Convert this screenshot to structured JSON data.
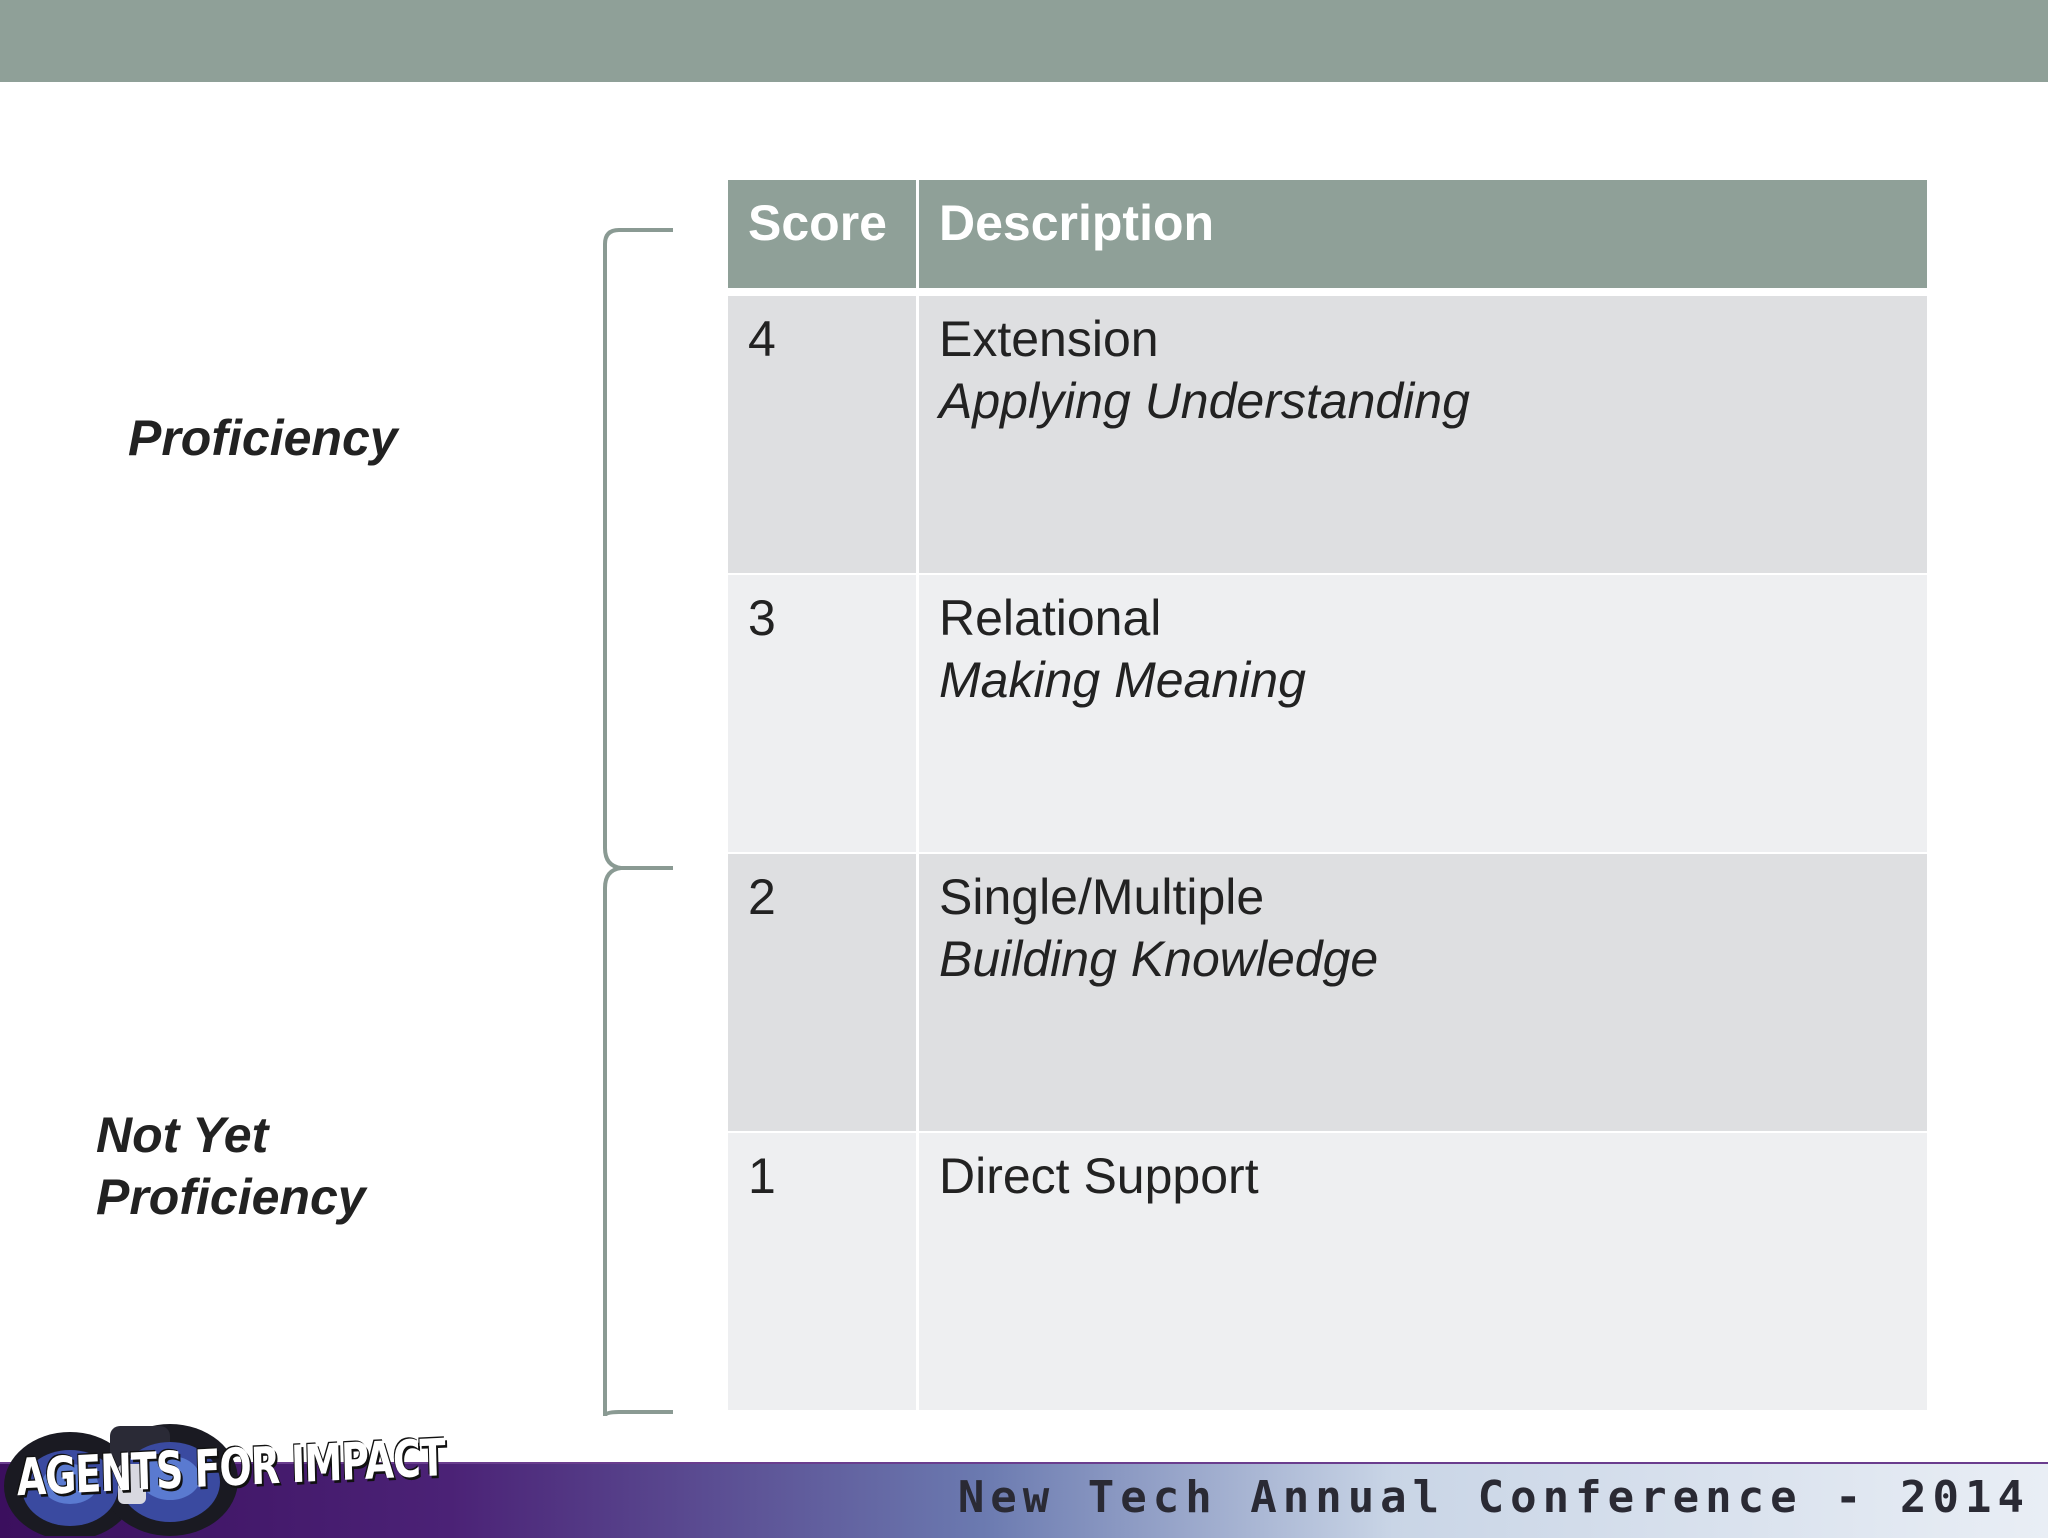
{
  "side_labels": {
    "proficiency": "Proficiency",
    "not_yet_proficiency": "Not Yet Proficiency"
  },
  "table": {
    "headers": {
      "score": "Score",
      "description": "Description"
    },
    "rows": [
      {
        "score": "4",
        "title": "Extension",
        "subtitle": "Applying Understanding"
      },
      {
        "score": "3",
        "title": "Relational",
        "subtitle": "Making Meaning"
      },
      {
        "score": "2",
        "title": "Single/Multiple",
        "subtitle": "Building Knowledge"
      },
      {
        "score": "1",
        "title": "Direct Support",
        "subtitle": ""
      }
    ]
  },
  "footer": {
    "logo_text": "AGENTS FOR IMPACT",
    "conference": "New Tech Annual Conference - 2014"
  },
  "colors": {
    "header_band": "#8fa098",
    "row_dark": "#dedfe1",
    "row_light": "#eeeff1",
    "bracket": "#8a9a93"
  }
}
